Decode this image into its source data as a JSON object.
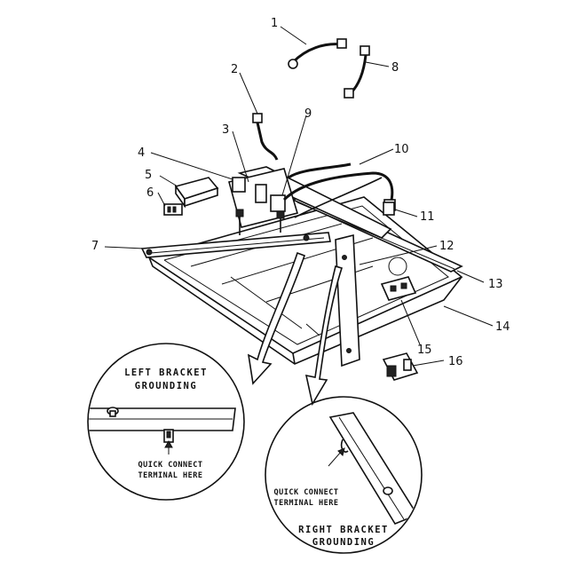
{
  "diagram": {
    "callouts": [
      "1",
      "2",
      "3",
      "4",
      "5",
      "6",
      "7",
      "8",
      "9",
      "10",
      "11",
      "12",
      "13",
      "14",
      "15",
      "16"
    ],
    "left_detail": {
      "title_line1": "LEFT BRACKET",
      "title_line2": "GROUNDING",
      "note_line1": "QUICK CONNECT",
      "note_line2": "TERMINAL HERE"
    },
    "right_detail": {
      "title_line1": "RIGHT BRACKET",
      "title_line2": "GROUNDING",
      "note_line1": "QUICK CONNECT",
      "note_line2": "TERMINAL HERE"
    }
  }
}
